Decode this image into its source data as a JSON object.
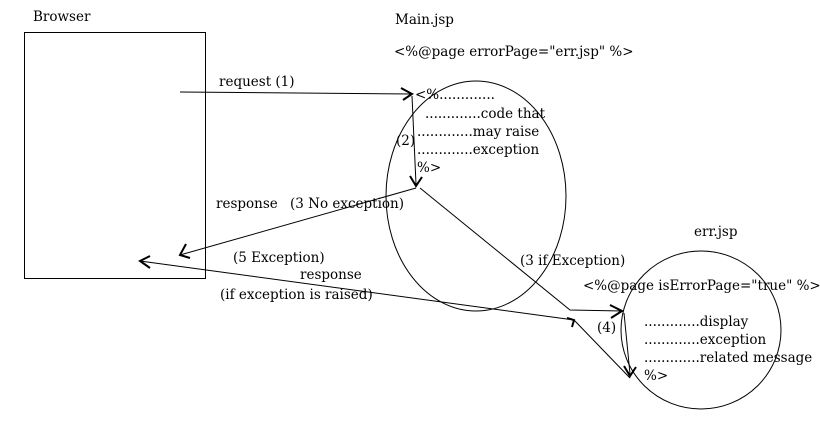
{
  "browser": {
    "title": "Browser"
  },
  "main_jsp": {
    "title": "Main.jsp",
    "directive": "<%@page errorPage=\"err.jsp\" %>",
    "code_lines": [
      "<%.............",
      ".............code that",
      ".............may raise",
      ".............exception",
      "%>"
    ]
  },
  "err_jsp": {
    "title": "err.jsp",
    "directive": "<%@page isErrorPage=\"true\" %>",
    "code_lines": [
      ".............display",
      ".............exception",
      ".............related message",
      "%>"
    ]
  },
  "arrows": {
    "request": "request (1)",
    "step2": "(2)",
    "response_ok": "response",
    "no_exception": "(3 No exception)",
    "exception": "(3 if Exception)",
    "step4": "(4)",
    "exception_5": "(5  Exception)",
    "response_err": "response",
    "if_raised": "(if exception is raised)"
  },
  "colors": {
    "stroke": "#000000",
    "background": "#ffffff"
  }
}
